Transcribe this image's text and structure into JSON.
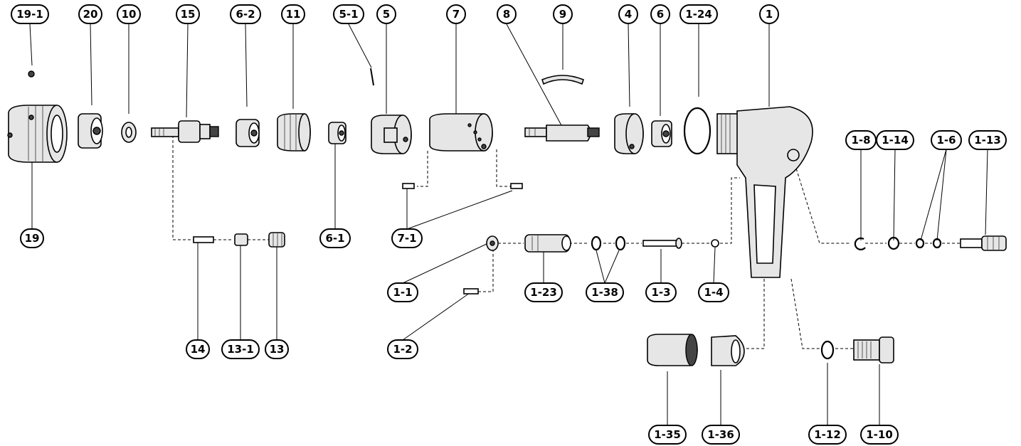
{
  "labels": [
    {
      "id": "19-1",
      "text": "19-1"
    },
    {
      "id": "20",
      "text": "20"
    },
    {
      "id": "10",
      "text": "10"
    },
    {
      "id": "15",
      "text": "15"
    },
    {
      "id": "6-2",
      "text": "6-2"
    },
    {
      "id": "11",
      "text": "11"
    },
    {
      "id": "5-1",
      "text": "5-1"
    },
    {
      "id": "5",
      "text": "5"
    },
    {
      "id": "7",
      "text": "7"
    },
    {
      "id": "8",
      "text": "8"
    },
    {
      "id": "9",
      "text": "9"
    },
    {
      "id": "4",
      "text": "4"
    },
    {
      "id": "6",
      "text": "6"
    },
    {
      "id": "1-24",
      "text": "1-24"
    },
    {
      "id": "1",
      "text": "1"
    },
    {
      "id": "19",
      "text": "19"
    },
    {
      "id": "6-1",
      "text": "6-1"
    },
    {
      "id": "7-1",
      "text": "7-1"
    },
    {
      "id": "14",
      "text": "14"
    },
    {
      "id": "13-1",
      "text": "13-1"
    },
    {
      "id": "13",
      "text": "13"
    },
    {
      "id": "1-1",
      "text": "1-1"
    },
    {
      "id": "1-23",
      "text": "1-23"
    },
    {
      "id": "1-38",
      "text": "1-38"
    },
    {
      "id": "1-3",
      "text": "1-3"
    },
    {
      "id": "1-4",
      "text": "1-4"
    },
    {
      "id": "1-2",
      "text": "1-2"
    },
    {
      "id": "1-8",
      "text": "1-8"
    },
    {
      "id": "1-14",
      "text": "1-14"
    },
    {
      "id": "1-6",
      "text": "1-6"
    },
    {
      "id": "1-13",
      "text": "1-13"
    },
    {
      "id": "1-35",
      "text": "1-35"
    },
    {
      "id": "1-36",
      "text": "1-36"
    },
    {
      "id": "1-12",
      "text": "1-12"
    },
    {
      "id": "1-10",
      "text": "1-10"
    }
  ]
}
